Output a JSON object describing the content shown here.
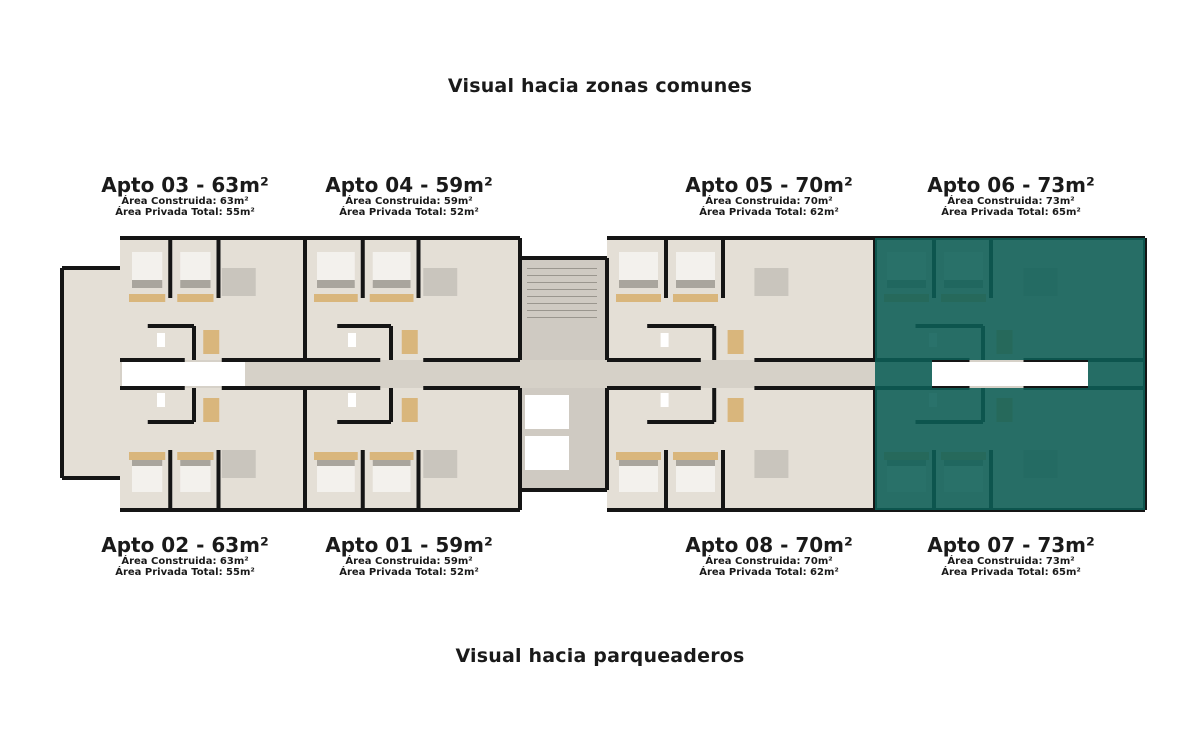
{
  "headings": {
    "top": "Visual hacia zonas comunes",
    "bottom": "Visual hacia parqueaderos"
  },
  "units": [
    {
      "title": "Apto 03 - 63m²",
      "built": "Área Construida: 63m²",
      "private": "Área Privada Total: 55m²",
      "highlighted": false
    },
    {
      "title": "Apto 04 - 59m²",
      "built": "Área Construida: 59m²",
      "private": "Área Privada Total: 52m²",
      "highlighted": false
    },
    {
      "title": "Apto 05 - 70m²",
      "built": "Área Construida: 70m²",
      "private": "Área Privada Total: 62m²",
      "highlighted": false
    },
    {
      "title": "Apto 06 - 73m²",
      "built": "Área Construida: 73m²",
      "private": "Área Privada Total: 65m²",
      "highlighted": true
    },
    {
      "title": "Apto 02 - 63m²",
      "built": "Área Construida: 63m²",
      "private": "Área Privada Total: 55m²",
      "highlighted": false
    },
    {
      "title": "Apto 01 - 59m²",
      "built": "Área Construida: 59m²",
      "private": "Área Privada Total: 52m²",
      "highlighted": false
    },
    {
      "title": "Apto 08 - 70m²",
      "built": "Área Construida: 70m²",
      "private": "Área Privada Total: 62m²",
      "highlighted": false
    },
    {
      "title": "Apto 07 - 73m²",
      "built": "Área Construida: 73m²",
      "private": "Área Privada Total: 65m²",
      "highlighted": true
    }
  ],
  "colors": {
    "floor": "#e4dfd6",
    "corridor": "#d6d1c8",
    "wall": "#151515",
    "highlight": "#0c5f57",
    "wood": "#d9b67c",
    "furniture": "#a9a59d"
  }
}
